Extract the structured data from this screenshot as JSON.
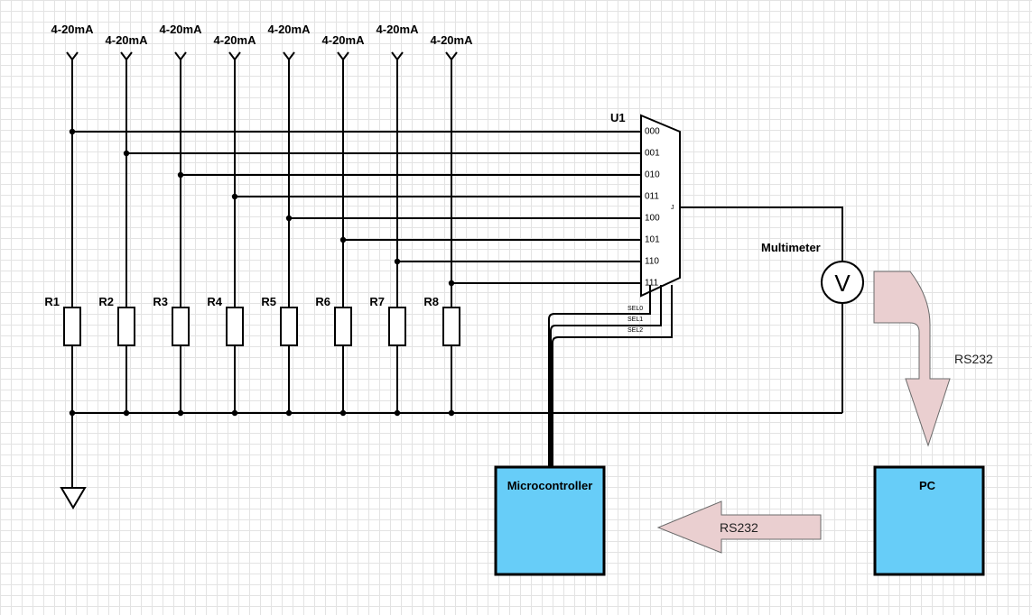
{
  "inputs": [
    {
      "signal": "4-20mA",
      "resistor": "R1"
    },
    {
      "signal": "4-20mA",
      "resistor": "R2"
    },
    {
      "signal": "4-20mA",
      "resistor": "R3"
    },
    {
      "signal": "4-20mA",
      "resistor": "R4"
    },
    {
      "signal": "4-20mA",
      "resistor": "R5"
    },
    {
      "signal": "4-20mA",
      "resistor": "R6"
    },
    {
      "signal": "4-20mA",
      "resistor": "R7"
    },
    {
      "signal": "4-20mA",
      "resistor": "R8"
    }
  ],
  "mux": {
    "label": "U1",
    "channels": [
      "000",
      "001",
      "010",
      "011",
      "100",
      "101",
      "110",
      "111"
    ],
    "output_pin": "J",
    "selects": [
      "SEL0",
      "SEL1",
      "SEL2"
    ]
  },
  "meter": {
    "label": "Multimeter",
    "symbol": "V"
  },
  "blocks": {
    "microcontroller": "Microcontroller",
    "pc": "PC"
  },
  "links": {
    "meter_to_pc": "RS232",
    "pc_to_mcu": "RS232"
  },
  "colors": {
    "block_fill": "#67cdf8",
    "arrow_fill": "#eacfd0",
    "arrow_stroke": "#6b6b6b"
  }
}
